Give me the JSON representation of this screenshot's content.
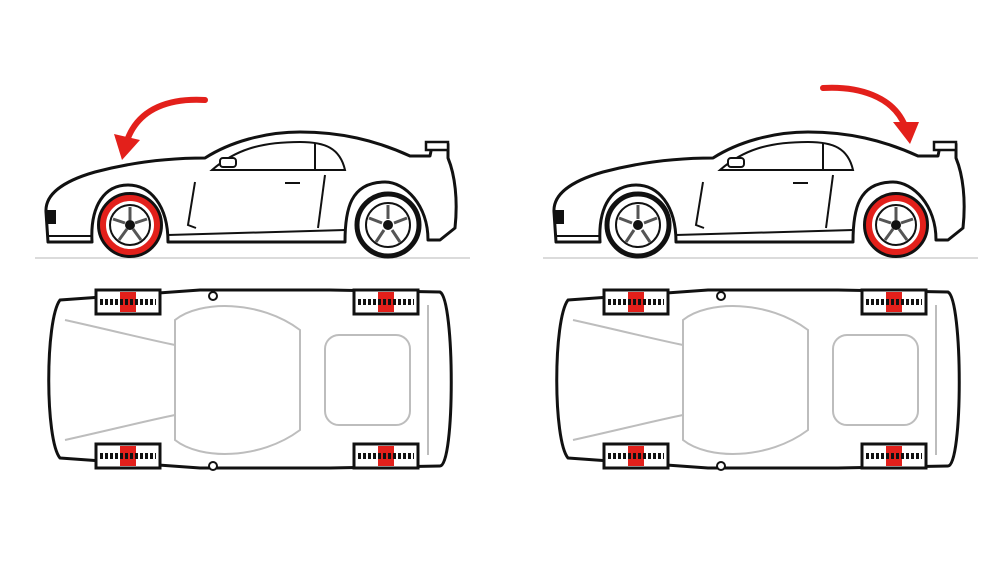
{
  "diagram": {
    "panels": [
      {
        "id": "front-highlight",
        "highlighted_axle": "front",
        "arrow_direction": "counterclockwise-down-front"
      },
      {
        "id": "rear-highlight",
        "highlighted_axle": "rear",
        "arrow_direction": "clockwise-down-rear"
      }
    ]
  },
  "colors": {
    "accent": "#e3201b",
    "outline": "#111111",
    "muted_line": "#bdbdbd",
    "background": "#ffffff"
  },
  "icons": {
    "motion_arrow": "curved-arrow-icon",
    "wheel": "wheel-icon",
    "tire_tread": "tire-tread-icon"
  }
}
